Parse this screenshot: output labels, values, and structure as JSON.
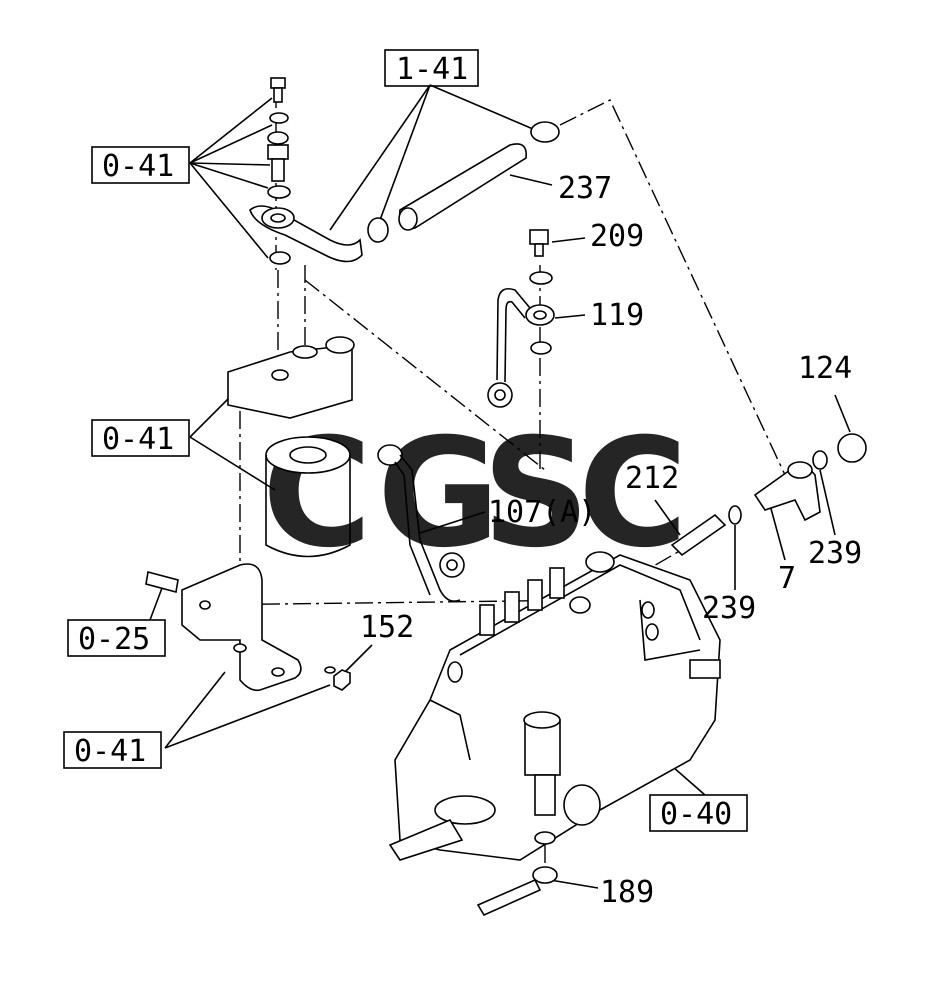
{
  "watermark": {
    "letters": [
      {
        "char": "C",
        "color": "#3d8bfd"
      },
      {
        "char": "G",
        "color": "#f26d6d"
      },
      {
        "char": "S",
        "color": "#f7d24a"
      },
      {
        "char": "C",
        "color": "#4caf7d"
      }
    ]
  },
  "reference_boxes": [
    "1-41",
    "0-41",
    "0-41",
    "0-25",
    "0-41",
    "0-40"
  ],
  "part_numbers": [
    "237",
    "209",
    "119",
    "124",
    "107(A)",
    "212",
    "239",
    "7",
    "239",
    "152",
    "189"
  ]
}
